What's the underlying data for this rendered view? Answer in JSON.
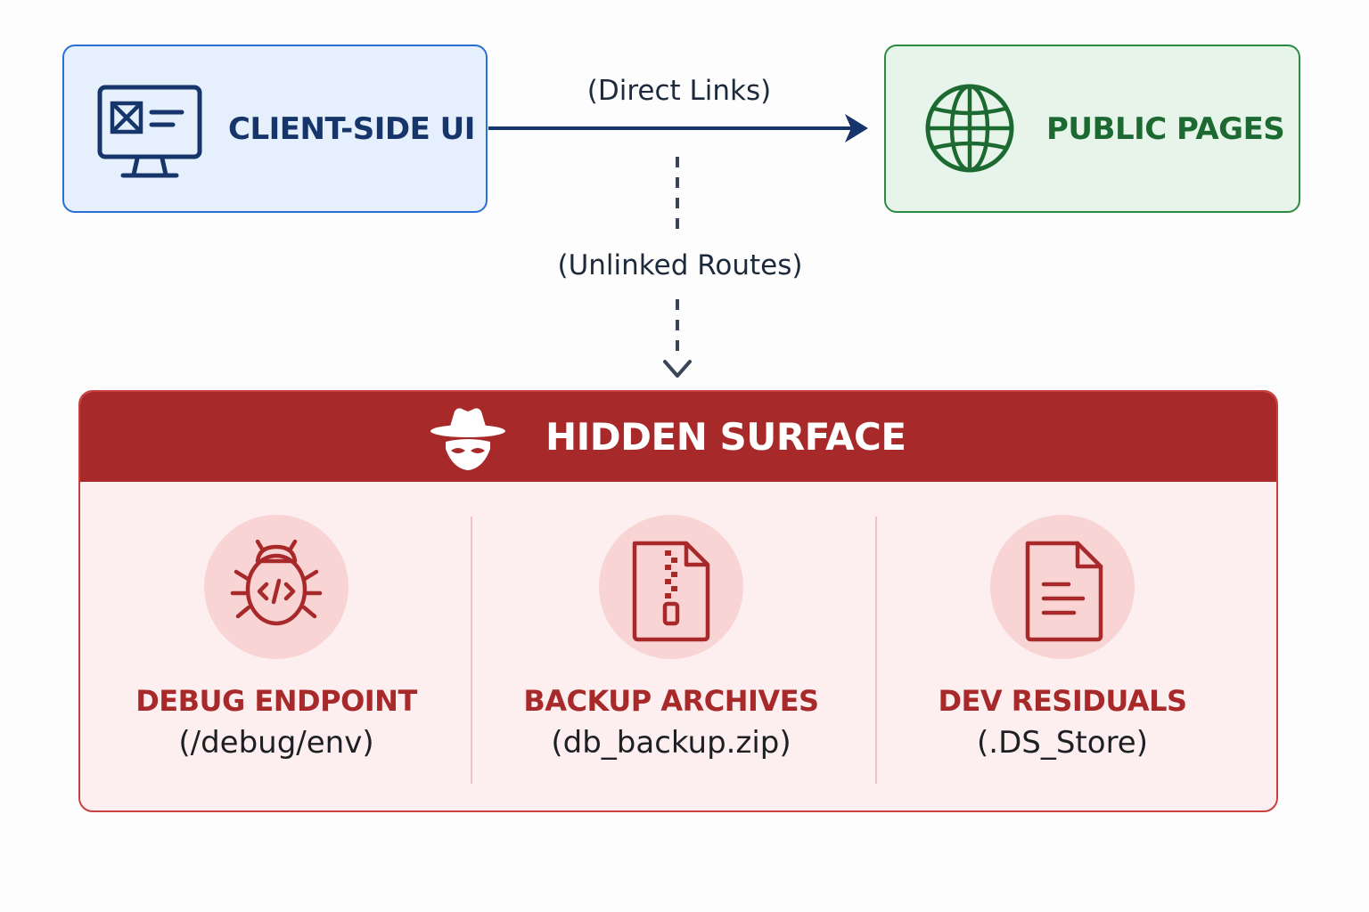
{
  "client": {
    "title": "CLIENT-SIDE UI",
    "icon": "monitor-icon",
    "color": "#2a6fd4"
  },
  "public": {
    "title": "PUBLIC PAGES",
    "icon": "globe-icon",
    "color": "#2c8a43"
  },
  "flows": {
    "direct": "(Direct Links)",
    "unlinked": "(Unlinked Routes)"
  },
  "hidden": {
    "title": "HIDDEN SURFACE",
    "icon": "spy-icon",
    "color": "#a8292a",
    "items": [
      {
        "title": "DEBUG ENDPOINT",
        "detail": "(/debug/env)",
        "icon": "bug-code-icon"
      },
      {
        "title": "BACKUP ARCHIVES",
        "detail": "(db_backup.zip)",
        "icon": "zip-file-icon"
      },
      {
        "title": "DEV RESIDUALS",
        "detail": "(.DS_Store)",
        "icon": "document-icon"
      }
    ]
  }
}
